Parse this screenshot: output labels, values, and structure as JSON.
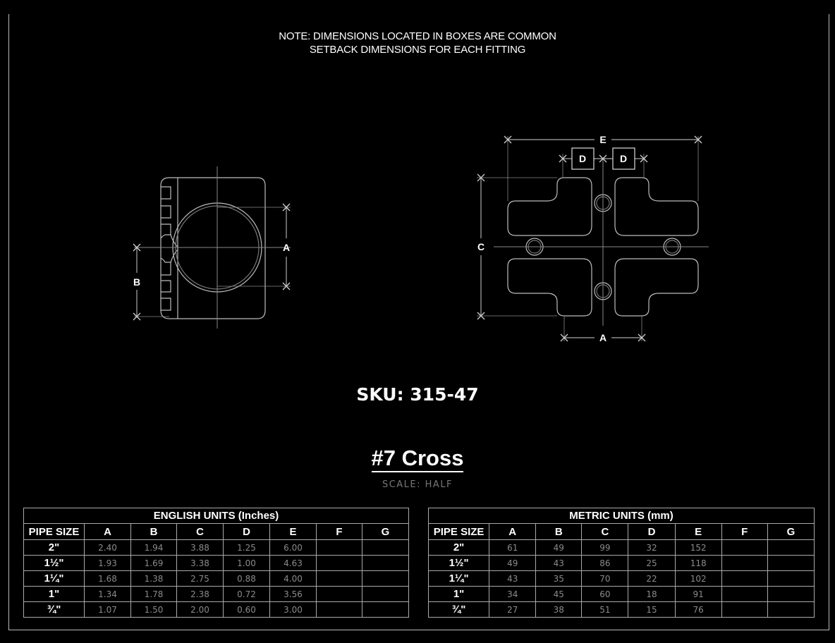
{
  "note": {
    "line1": "NOTE: DIMENSIONS LOCATED IN BOXES ARE COMMON",
    "line2": "SETBACK DIMENSIONS FOR EACH FITTING"
  },
  "labels": {
    "side_a": "A",
    "side_b": "B",
    "front_e": "E",
    "front_d_left": "D",
    "front_d_right": "D",
    "front_c": "C",
    "front_a": "A"
  },
  "sku": "SKU: 315-47",
  "title": "#7 Cross",
  "scale": "SCALE:  HALF",
  "columns": [
    "PIPE SIZE",
    "A",
    "B",
    "C",
    "D",
    "E",
    "F",
    "G"
  ],
  "english": {
    "caption": "ENGLISH UNITS (Inches)",
    "rows": [
      {
        "pipe": "2\"",
        "A": "2.40",
        "B": "1.94",
        "C": "3.88",
        "D": "1.25",
        "E": "6.00",
        "F": "",
        "G": ""
      },
      {
        "pipe": "1½\"",
        "A": "1.93",
        "B": "1.69",
        "C": "3.38",
        "D": "1.00",
        "E": "4.63",
        "F": "",
        "G": ""
      },
      {
        "pipe": "1¼\"",
        "A": "1.68",
        "B": "1.38",
        "C": "2.75",
        "D": "0.88",
        "E": "4.00",
        "F": "",
        "G": ""
      },
      {
        "pipe": "1\"",
        "A": "1.34",
        "B": "1.78",
        "C": "2.38",
        "D": "0.72",
        "E": "3.56",
        "F": "",
        "G": ""
      },
      {
        "pipe": "¾\"",
        "A": "1.07",
        "B": "1.50",
        "C": "2.00",
        "D": "0.60",
        "E": "3.00",
        "F": "",
        "G": ""
      }
    ]
  },
  "metric": {
    "caption": "METRIC UNITS (mm)",
    "rows": [
      {
        "pipe": "2\"",
        "A": "61",
        "B": "49",
        "C": "99",
        "D": "32",
        "E": "152",
        "F": "",
        "G": ""
      },
      {
        "pipe": "1½\"",
        "A": "49",
        "B": "43",
        "C": "86",
        "D": "25",
        "E": "118",
        "F": "",
        "G": ""
      },
      {
        "pipe": "1¼\"",
        "A": "43",
        "B": "35",
        "C": "70",
        "D": "22",
        "E": "102",
        "F": "",
        "G": ""
      },
      {
        "pipe": "1\"",
        "A": "34",
        "B": "45",
        "C": "60",
        "D": "18",
        "E": "91",
        "F": "",
        "G": ""
      },
      {
        "pipe": "¾\"",
        "A": "27",
        "B": "38",
        "C": "51",
        "D": "15",
        "E": "76",
        "F": "",
        "G": ""
      }
    ]
  }
}
